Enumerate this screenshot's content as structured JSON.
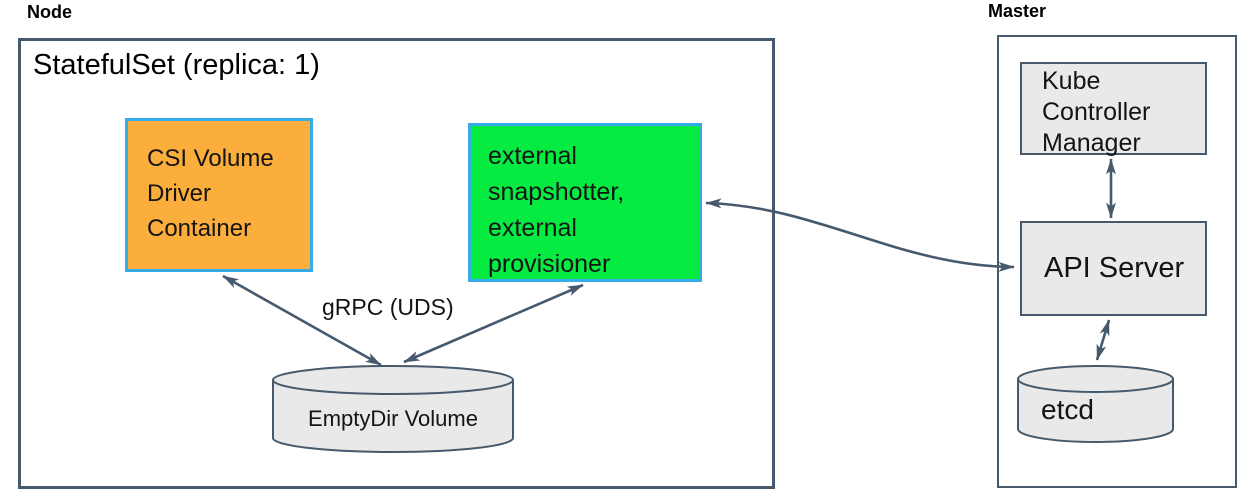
{
  "colors": {
    "stroke": "#47596C",
    "csi_fill": "#FBAE3C",
    "sidecar_fill": "#06EB41",
    "cyan_border": "#35ACE8",
    "gray_fill": "#E9E9E9",
    "text": "#141414",
    "bg": "#FFFFFF"
  },
  "node": {
    "label": "Node",
    "statefulset_title": "StatefulSet (replica: 1)",
    "csi_box": "CSI Volume Driver Container",
    "sidecar_box": "external snapshotter, external provisioner",
    "grpc_label": "gRPC (UDS)",
    "emptydir": "EmptyDir Volume"
  },
  "master": {
    "label": "Master",
    "kcm_box": "Kube Controller Manager",
    "api_server": "API Server",
    "etcd": "etcd"
  }
}
